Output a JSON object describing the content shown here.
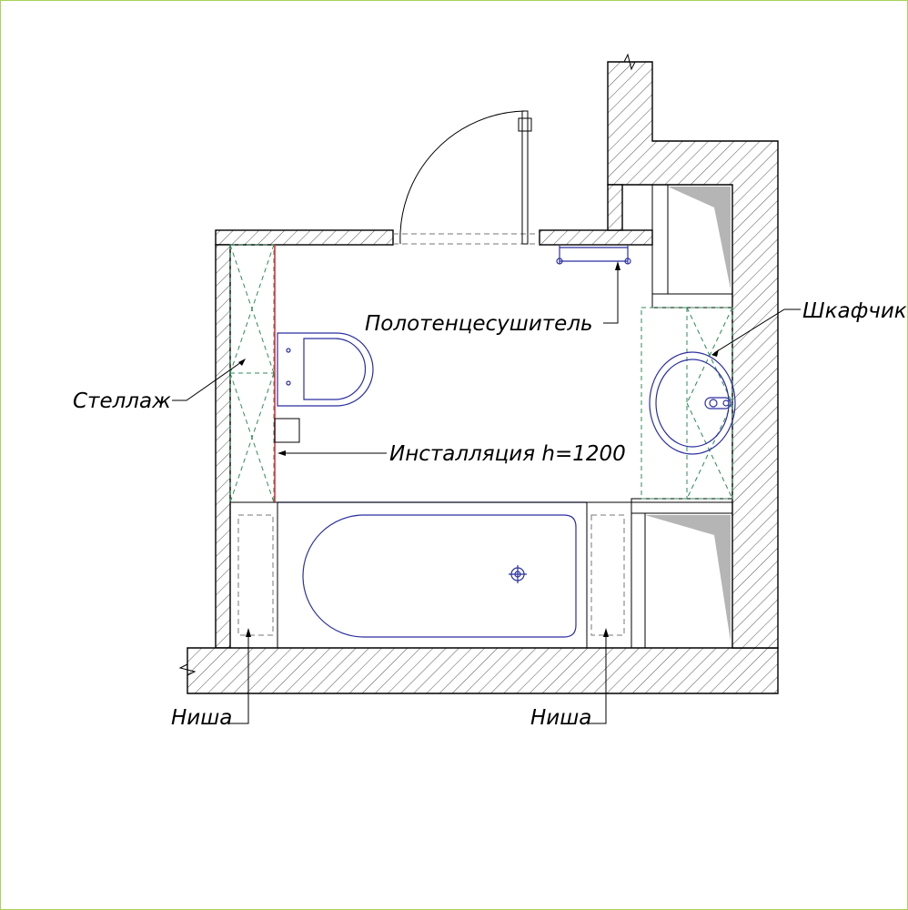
{
  "labels": {
    "towel_dryer": "Полотенцесушитель",
    "cabinet": "Шкафчик",
    "shelving": "Стеллаж",
    "installation": "Инсталляция h=1200",
    "niche_left": "Ниша",
    "niche_right": "Ниша"
  },
  "colors": {
    "frame": "#a6d35a",
    "walls": "#000000",
    "fixtures": "#2b2fa0",
    "dashed_outline": "#2e8b57",
    "installation_line": "#e0303a",
    "tile_shadow": "#b5b5b5"
  }
}
